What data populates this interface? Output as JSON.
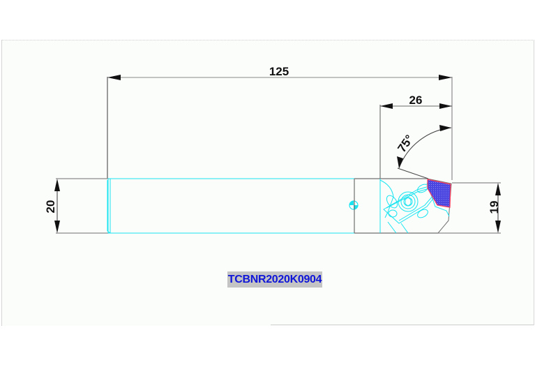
{
  "drawing": {
    "type": "technical-drawing",
    "subject": "turning tool holder side view",
    "part_number": "TCBNR2020K0904",
    "dimensions": {
      "overall_length": "125",
      "head_length": "26",
      "approach_angle": "75°",
      "shank_height": "20",
      "cutting_height": "19"
    },
    "colors": {
      "outline": "#6f6f6f",
      "dimension_line": "#5a5a5a",
      "holder_geometry": "#19e4f0",
      "insert_fill": "#4b46e0",
      "insert_edge": "#ff3c5a",
      "label_text": "#1016d8",
      "label_bg": "#c4c4c4",
      "sheet_bg": "#fbfdfb"
    }
  }
}
